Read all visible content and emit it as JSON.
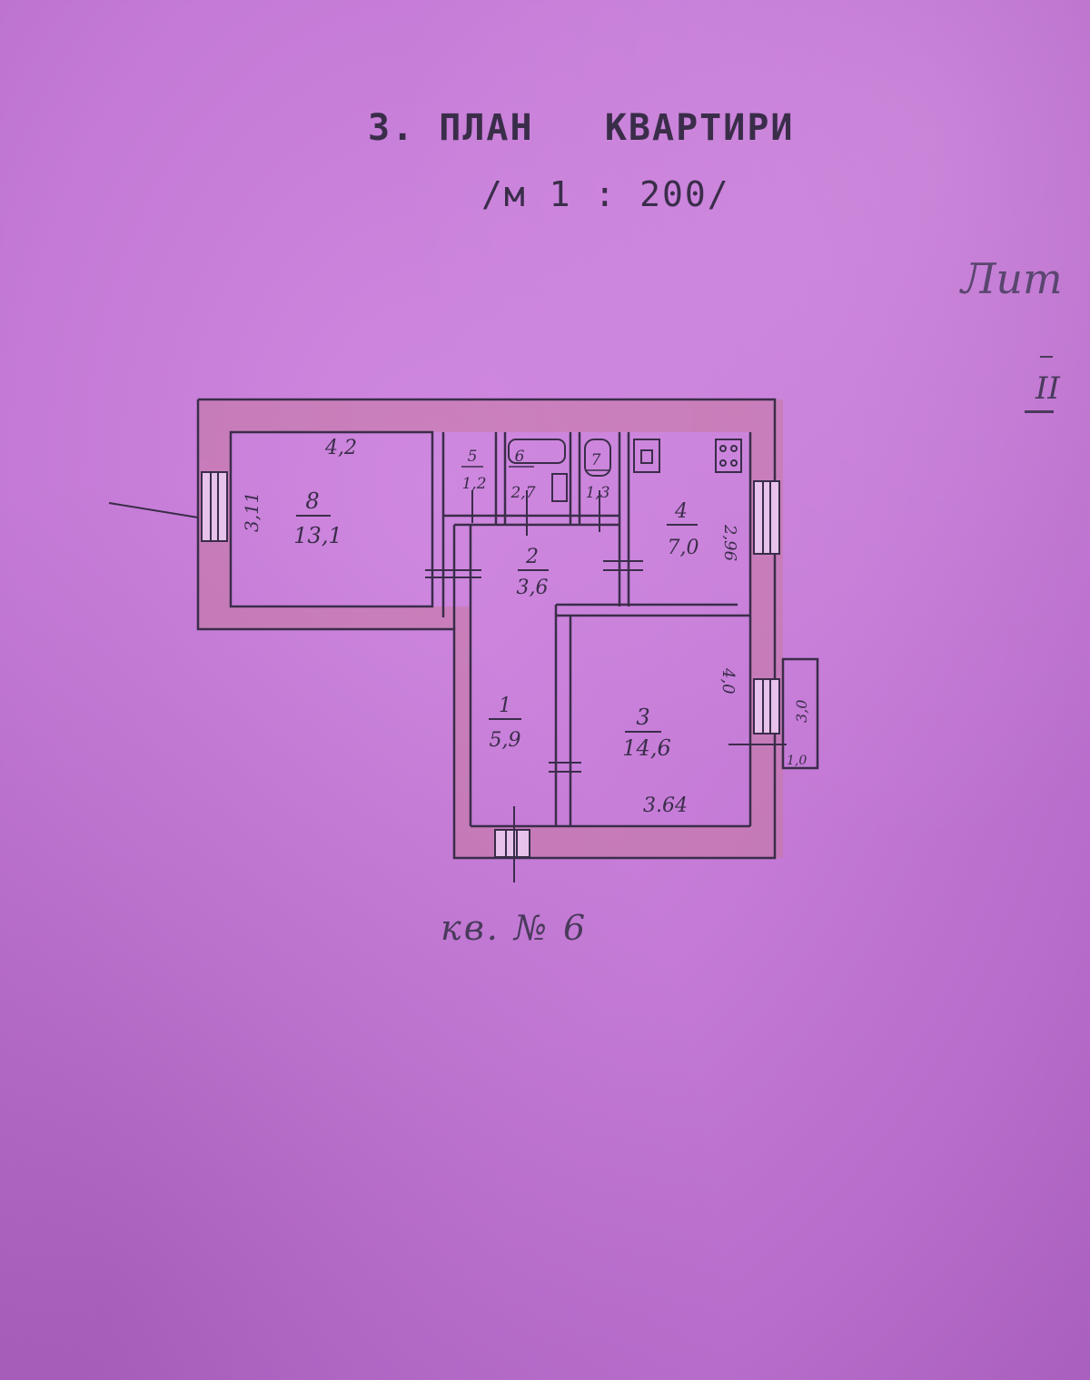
{
  "header": {
    "title": "3. ПЛАН   КВАРТИРИ",
    "scale": "/м 1 : 200/"
  },
  "corner": {
    "word": "Лит",
    "mark": "II"
  },
  "rooms": [
    {
      "number": "8",
      "area": "13,1"
    },
    {
      "number": "5",
      "area": "1,2"
    },
    {
      "number": "6",
      "area": "2,7"
    },
    {
      "number": "7",
      "area": "1,3"
    },
    {
      "number": "4",
      "area": "7,0"
    },
    {
      "number": "2",
      "area": "3,6"
    },
    {
      "number": "1",
      "area": "5,9"
    },
    {
      "number": "3",
      "area": "14,6"
    }
  ],
  "dimensions": {
    "room8_width": "4,2",
    "room8_depth": "3,11",
    "room4_depth": "2,96",
    "room3_depth": "4,0",
    "room3_width": "3.64",
    "balcony_length": "3,0",
    "balcony_depth": "1,0"
  },
  "apartment_label": "кв. № 6",
  "colors": {
    "paper": "#c47ad6",
    "ink": "#3a2d4a",
    "wall_fill": "#c77aa0"
  }
}
